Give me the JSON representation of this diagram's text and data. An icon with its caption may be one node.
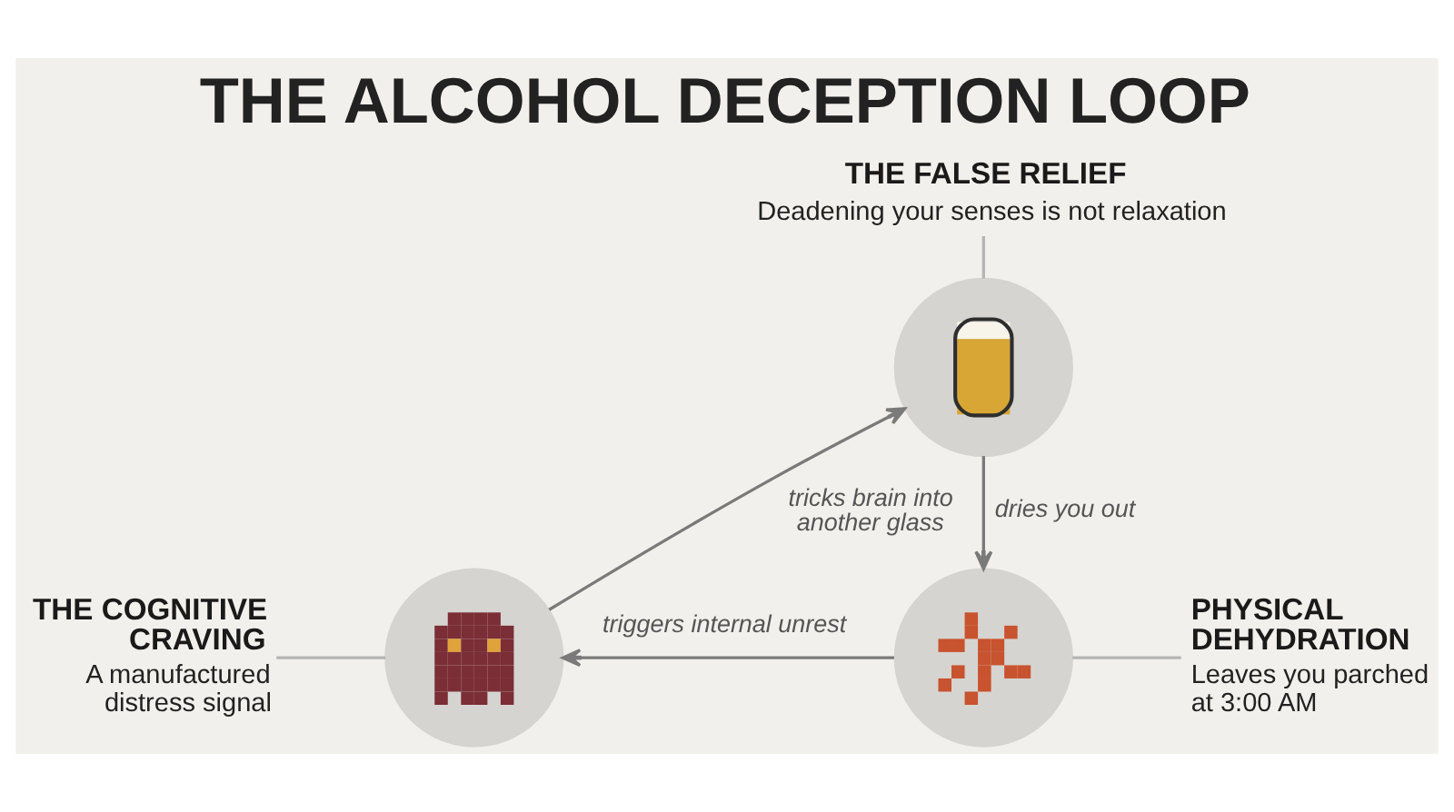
{
  "diagram": {
    "title": "THE ALCOHOL DECEPTION LOOP",
    "nodes": [
      {
        "text": [
          "THE FALSE RELIEF",
          "Deadening your senses is not relaxation"
        ]
      },
      {
        "text": [
          "THE COGNITIVE CRAVING",
          "A manufactured distress signal"
        ]
      },
      {
        "text": [],
        "shape": "picture"
      },
      {
        "text": [],
        "shape": "picture"
      },
      {
        "text": [],
        "shape": "picture"
      },
      {
        "text": [
          "PHYSICAL DEHYDRATION",
          "Leaves you parched at 3:00 AM"
        ]
      }
    ],
    "edges": [
      {
        "from": 0,
        "to": 3,
        "arrow": "none",
        "color": "#b5b5b5"
      },
      {
        "from": 2,
        "to": 3,
        "arrow": "to",
        "label": "tricks brain into another glass"
      },
      {
        "from": 3,
        "to": 4,
        "arrow": "to",
        "label": "dries you out"
      },
      {
        "from": 1,
        "to": 2,
        "arrow": "none",
        "color": "#b5b5b5"
      },
      {
        "from": 4,
        "to": 2,
        "arrow": "to",
        "label": "triggers internal unrest"
      },
      {
        "from": 4,
        "to": 5,
        "arrow": "none",
        "color": "#b5b5b5"
      }
    ]
  }
}
